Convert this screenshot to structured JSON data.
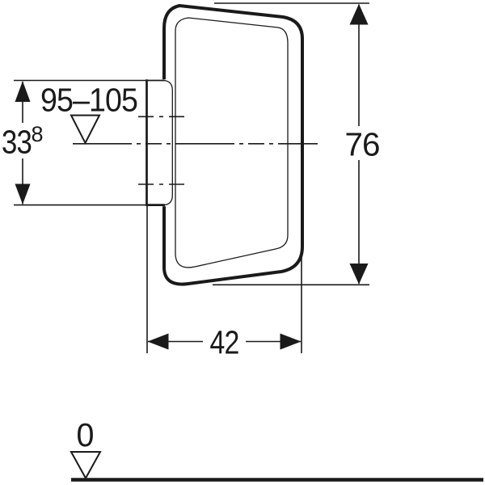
{
  "figure": {
    "type": "technical-dimension-drawing",
    "line_color": "#1a1a1a",
    "background_color": "#ffffff",
    "dimensions": {
      "offset_main": "33",
      "offset_sup": "8",
      "level_range": "95–105",
      "height": "76",
      "depth": "42",
      "ground_level": "0"
    }
  }
}
